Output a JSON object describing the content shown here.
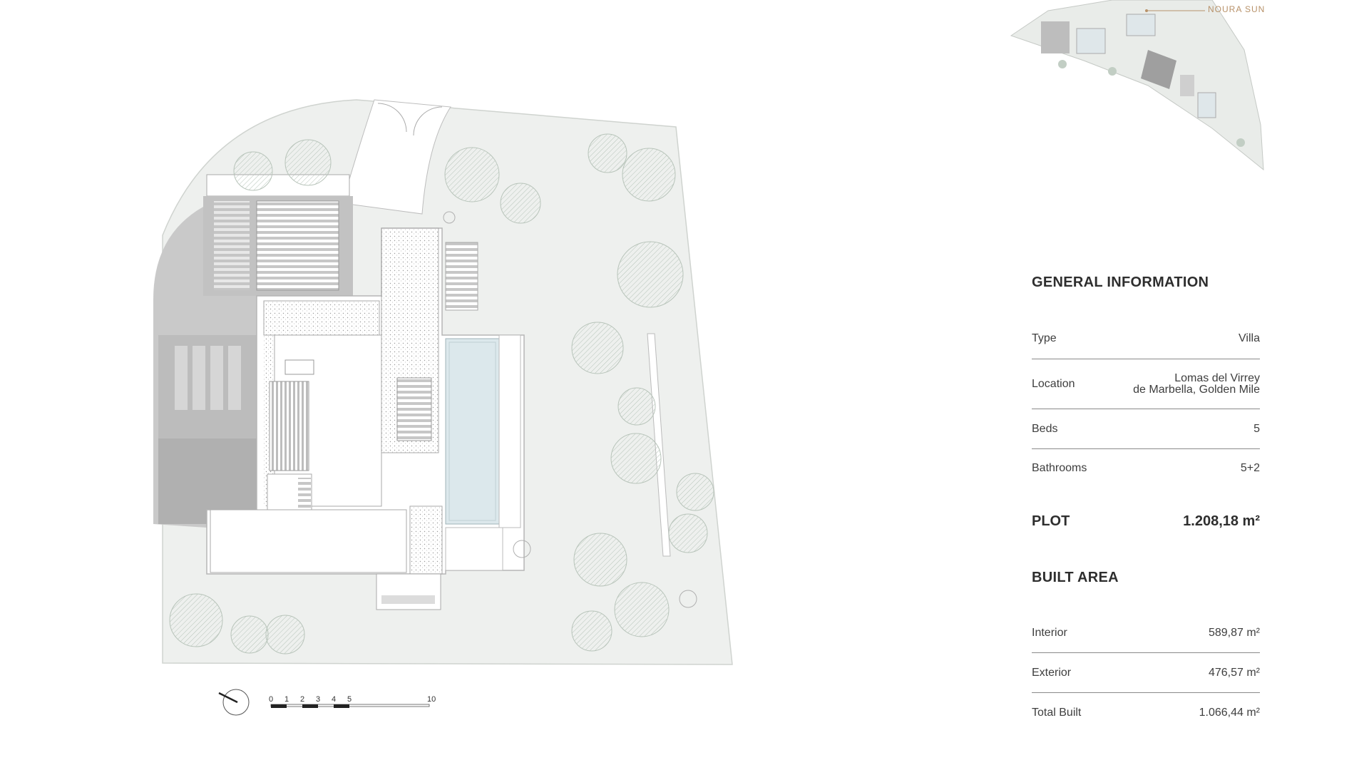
{
  "brand": {
    "name": "NOURA SUN"
  },
  "scale_bar": {
    "ticks": [
      "0",
      "1",
      "2",
      "3",
      "4",
      "5",
      "10"
    ]
  },
  "general_information": {
    "heading": "GENERAL INFORMATION",
    "rows": [
      {
        "label": "Type",
        "value_lines": [
          "Villa"
        ]
      },
      {
        "label": "Location",
        "value_lines": [
          "Lomas del Virrey",
          "de Marbella, Golden Mile"
        ]
      },
      {
        "label": "Beds",
        "value_lines": [
          "5"
        ]
      },
      {
        "label": "Bathrooms",
        "value_lines": [
          "5+2"
        ]
      }
    ]
  },
  "plot": {
    "label": "PLOT",
    "value": "1.208,18 m²"
  },
  "built_area": {
    "heading": "BUILT AREA",
    "rows": [
      {
        "label": "Interior",
        "value": "589,87 m²"
      },
      {
        "label": "Exterior",
        "value": "476,57 m²"
      },
      {
        "label": "Total Built",
        "value": "1.066,44 m²"
      }
    ]
  },
  "colors": {
    "garden": "#eef0ee",
    "tree": "#cfdad2",
    "pool": "#dce8ec",
    "paving": "#d9d9d9",
    "accent": "#b8926a"
  }
}
